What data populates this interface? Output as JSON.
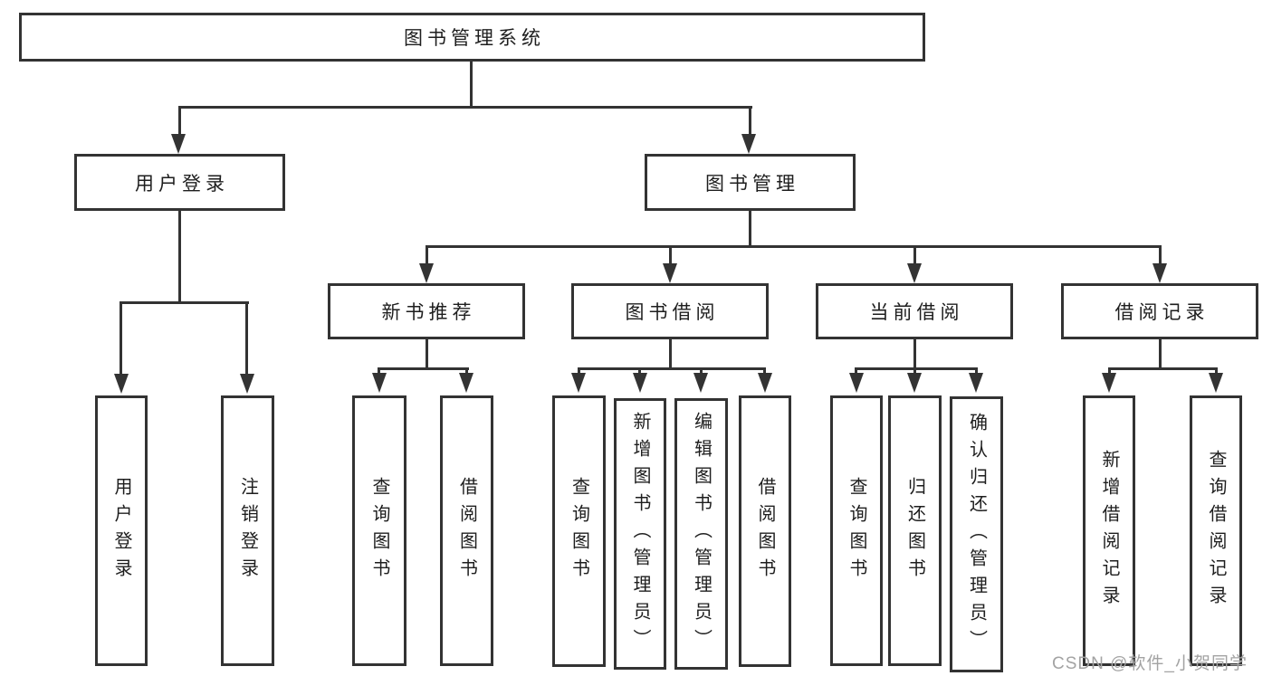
{
  "diagram": {
    "root": {
      "label": "图书管理系统"
    },
    "level2": [
      {
        "label": "用户登录",
        "children": [
          {
            "label": "用户登录"
          },
          {
            "label": "注销登录"
          }
        ]
      },
      {
        "label": "图书管理",
        "children": [
          {
            "label": "新书推荐",
            "children": [
              {
                "label": "查询图书"
              },
              {
                "label": "借阅图书"
              }
            ]
          },
          {
            "label": "图书借阅",
            "children": [
              {
                "label": "查询图书"
              },
              {
                "label": "新增图书（管理员）"
              },
              {
                "label": "编辑图书（管理员）"
              },
              {
                "label": "借阅图书"
              }
            ]
          },
          {
            "label": "当前借阅",
            "children": [
              {
                "label": "查询图书"
              },
              {
                "label": "归还图书"
              },
              {
                "label": "确认归还（管理员）"
              }
            ]
          },
          {
            "label": "借阅记录",
            "children": [
              {
                "label": "新增借阅记录"
              },
              {
                "label": "查询借阅记录"
              }
            ]
          }
        ]
      }
    ]
  },
  "watermark": {
    "text": "CSDN @软件_小贺同学"
  },
  "colors": {
    "line": "#333333",
    "text": "#1e1e1e",
    "watermark": "#a3a3a3",
    "background": "#ffffff"
  }
}
